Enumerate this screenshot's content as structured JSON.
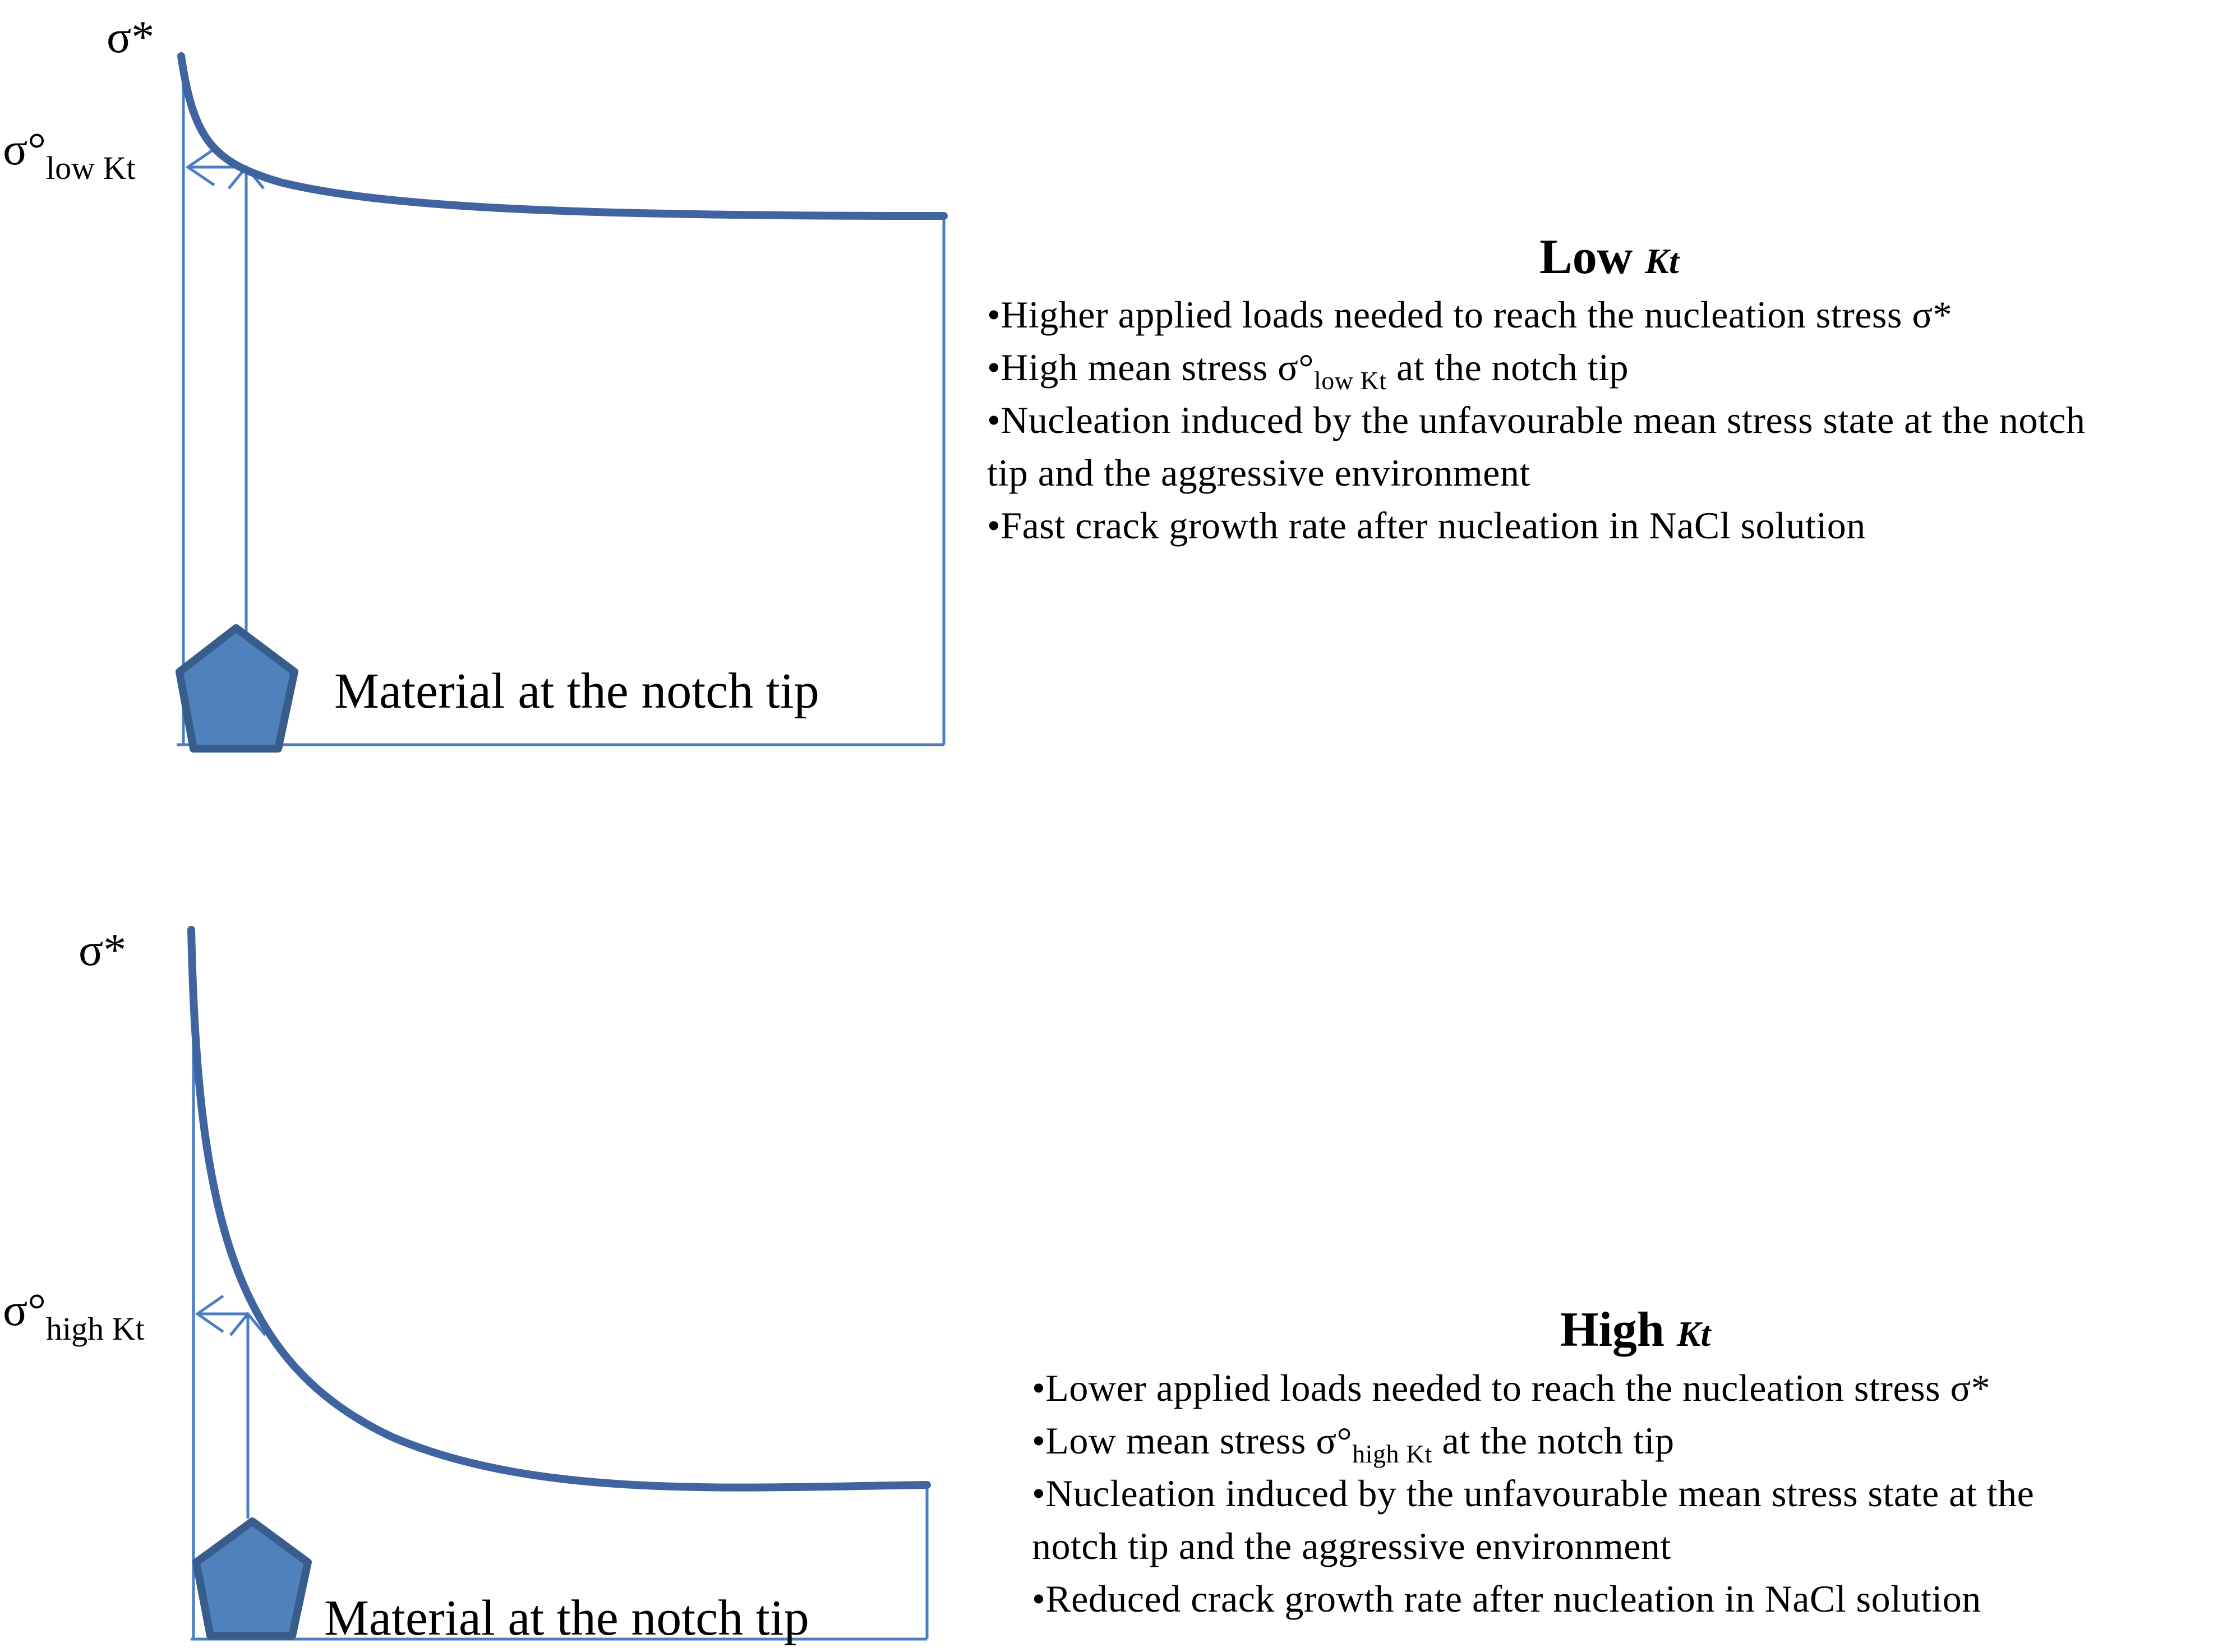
{
  "colors": {
    "curve": "#3f64a0",
    "guide": "#4a7ec2",
    "pentagon_fill": "#4f81bd",
    "pentagon_stroke": "#385d8a"
  },
  "top": {
    "sigma_star": "σ*",
    "sigma_mean_symbol": "σ°",
    "sigma_mean_sub": "low Kt",
    "material_label": "Material at the notch tip",
    "title": "Low",
    "title_k": "Kt",
    "items": [
      "•Higher applied loads needed to reach the nucleation stress σ*",
      "•High mean stress σ°",
      "•Nucleation induced by the unfavourable mean stress state at the notch",
      "tip and the aggressive environment",
      "•Fast crack growth rate after nucleation in NaCl solution"
    ],
    "item2_sub": "low Kt",
    "item2_tail": " at the notch tip"
  },
  "bottom": {
    "sigma_star": "σ*",
    "sigma_mean_symbol": "σ°",
    "sigma_mean_sub": "high Kt",
    "material_label": "Material at the notch tip",
    "title": "High",
    "title_k": "Kt",
    "items": [
      "•Lower applied loads needed to reach the nucleation stress σ*",
      "•Low mean stress σ°",
      "•Nucleation induced by the unfavourable mean stress state at the",
      "notch tip and the aggressive environment",
      "•Reduced crack growth rate after nucleation in NaCl solution"
    ],
    "item2_sub": "high Kt",
    "item2_tail": " at the notch tip"
  }
}
